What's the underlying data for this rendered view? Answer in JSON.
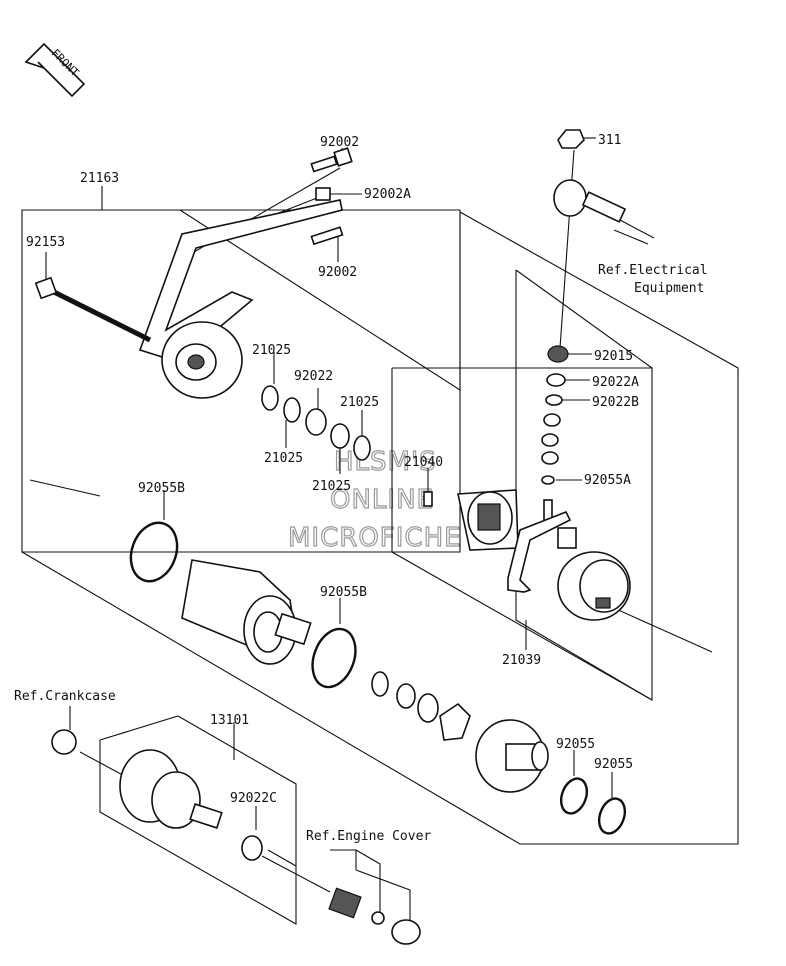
{
  "orientation": {
    "front_label": "FRONT"
  },
  "watermark": [
    "HLSM'S",
    "ONLINE",
    "MICROFICHE"
  ],
  "part_labels": {
    "p92002_top": "92002",
    "p21163": "21163",
    "p92002A": "92002A",
    "p92153": "92153",
    "p92002_mid": "92002",
    "p311": "311",
    "ref_electrical_1": "Ref.Electrical",
    "ref_electrical_2": "Equipment",
    "p21025_a": "21025",
    "p92022": "92022",
    "p21025_b": "21025",
    "p21025_c": "21025",
    "p21025_d": "21025",
    "p21040": "21040",
    "p92015": "92015",
    "p92022A": "92022A",
    "p92022B": "92022B",
    "p92055A": "92055A",
    "p92055B_a": "92055B",
    "p92055B_b": "92055B",
    "p21039": "21039",
    "ref_crankcase": "Ref.Crankcase",
    "p13101": "13101",
    "p92022C": "92022C",
    "p92055_a": "92055",
    "p92055_b": "92055",
    "ref_engine_cover": "Ref.Engine Cover"
  }
}
